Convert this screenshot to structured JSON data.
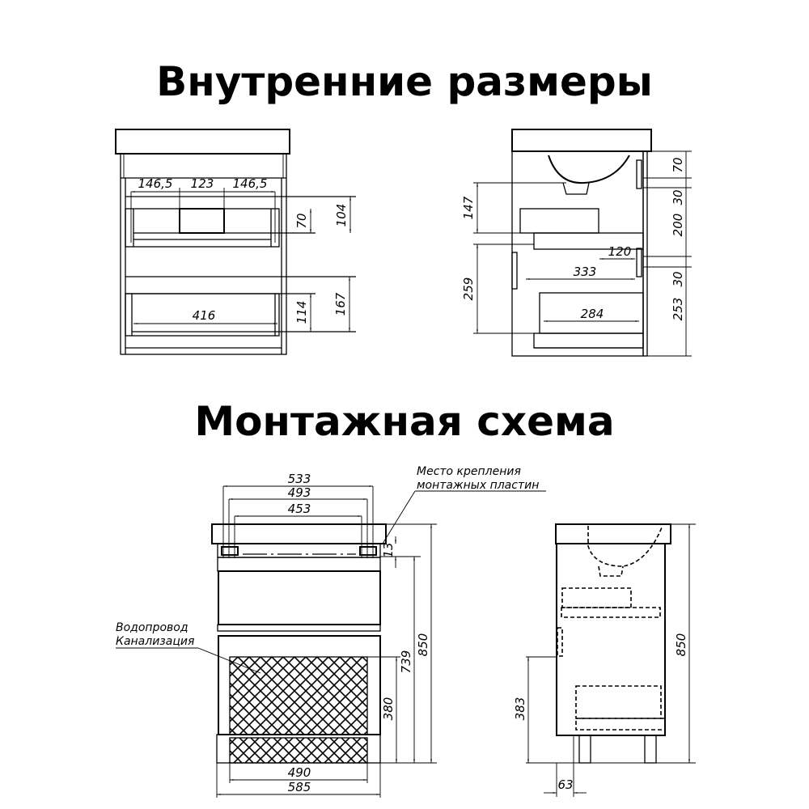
{
  "section_internal": {
    "title": "Внутренние размеры",
    "front_view": {
      "width_segments": [
        "146,5",
        "123",
        "146,5"
      ],
      "upper_drawer_height": "70",
      "upper_section_height": "104",
      "lower_drawer_width": "416",
      "lower_drawer_height": "114",
      "lower_section_height": "167"
    },
    "side_view": {
      "left_dims": [
        "147",
        "259"
      ],
      "right_dims": [
        "70",
        "30",
        "200",
        "30",
        "253"
      ],
      "depth_dims": [
        "120",
        "333",
        "284"
      ]
    }
  },
  "section_mounting": {
    "title": "Монтажная схема",
    "front_view": {
      "top_widths": [
        "533",
        "493",
        "453"
      ],
      "bottom_widths": [
        "490",
        "585"
      ],
      "height_dims": [
        "13",
        "739",
        "850",
        "380"
      ],
      "callout_mount": [
        "Место крепления",
        "монтажных пластин"
      ],
      "callout_pipes": [
        "Водопровод",
        "Канализация"
      ]
    },
    "side_view": {
      "height_total": "850",
      "pipe_height": "383",
      "leg_offset": "63"
    }
  }
}
